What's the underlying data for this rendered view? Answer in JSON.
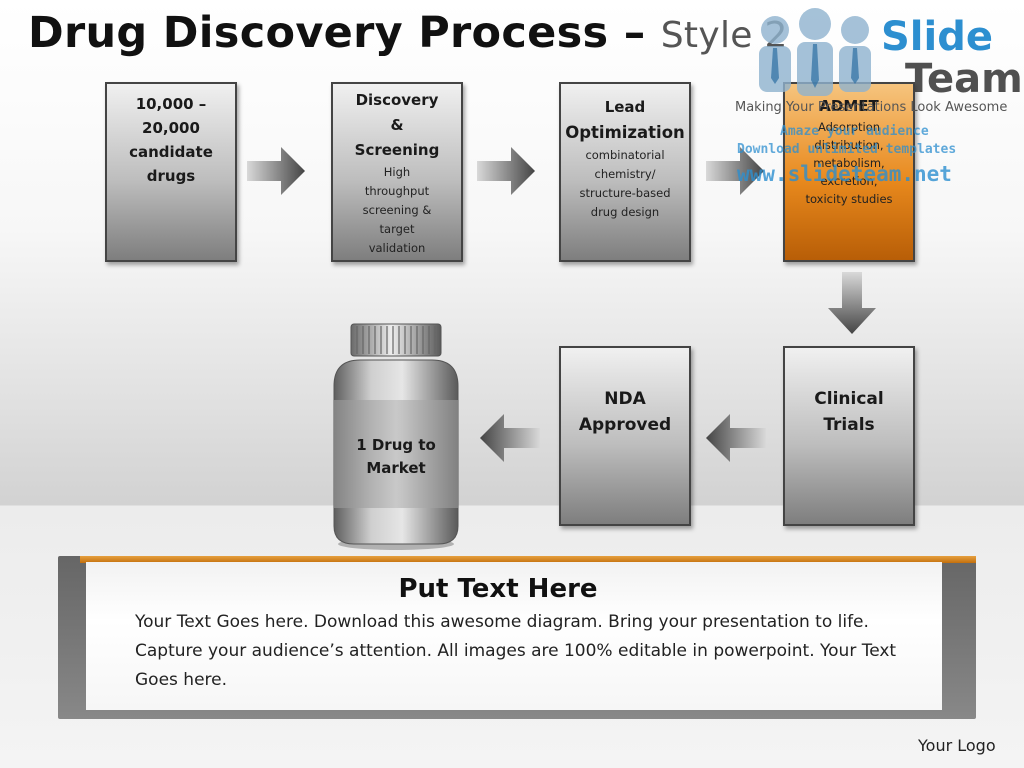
{
  "title": {
    "main": "Drug Discovery Process –",
    "style": "Style 2"
  },
  "watermark": {
    "brand_line1": "Slide",
    "brand_line2": "Team",
    "tagline": "Making Your Presentations Look Awesome",
    "line1": "Amaze your audience",
    "line2": "Download unlimited templates",
    "url": "www.slideteam.net"
  },
  "steps": [
    {
      "head": [
        "10,000 –",
        "20,000",
        "candidate",
        "drugs"
      ]
    },
    {
      "head": [
        "Discovery",
        "&",
        "Screening"
      ],
      "sub": [
        "High",
        "throughput",
        "screening &",
        "target",
        "validation"
      ]
    },
    {
      "head": [
        "Lead",
        "Optimization"
      ],
      "sub": [
        "combinatorial",
        "chemistry/",
        "structure-based",
        "drug design"
      ]
    },
    {
      "head": [
        "ADMET"
      ],
      "sub": [
        "Adsorption",
        "distribution,",
        "metabolism,",
        "excretion,",
        "toxicity studies"
      ]
    },
    {
      "head": [
        "NDA",
        "Approved"
      ]
    },
    {
      "head": [
        "Clinical",
        "Trials"
      ]
    }
  ],
  "bottle": {
    "label": [
      "1 Drug to",
      "Market"
    ]
  },
  "panel": {
    "title": "Put Text Here",
    "body": "Your Text Goes here. Download this awesome diagram. Bring your presentation to life. Capture your audience’s attention. All images are 100% editable in powerpoint. Your Text Goes here."
  },
  "logo": "Your Logo",
  "colors": {
    "accent": "#e8891d",
    "box_gray": "#bdbdbd",
    "border": "#444444"
  }
}
